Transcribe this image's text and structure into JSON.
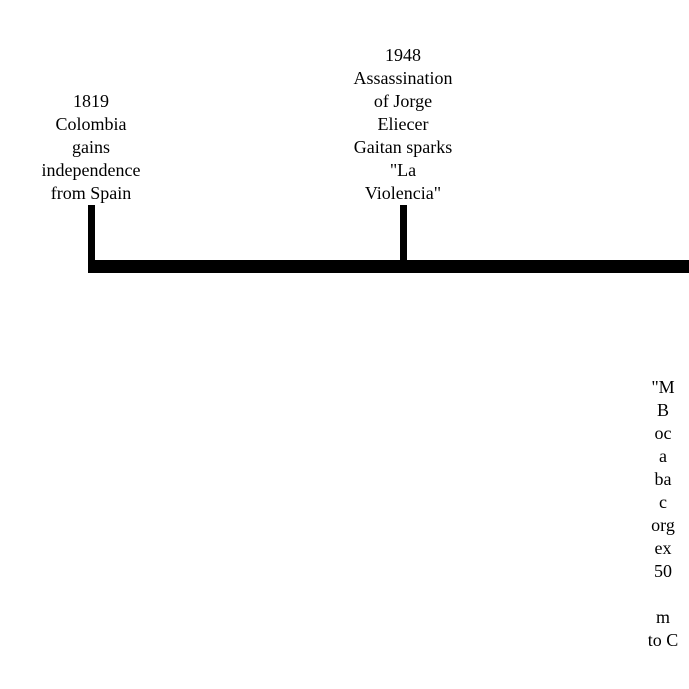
{
  "timeline": {
    "events": [
      {
        "year": "1819",
        "lines": [
          "Colombia",
          "gains",
          "independence",
          "from Spain"
        ]
      },
      {
        "year": "1948",
        "lines": [
          "Assassination",
          "of Jorge",
          "Eliecer",
          "Gaitan sparks",
          "\"La",
          "Violencia\""
        ]
      },
      {
        "year": "",
        "lines": [
          "\"M",
          "B",
          "oc",
          "a",
          "ba",
          "c",
          "org",
          "ex",
          "50",
          "",
          "m",
          "to C"
        ]
      }
    ]
  },
  "colors": {
    "axis": "#000000",
    "text": "#000000",
    "background": "#ffffff"
  }
}
